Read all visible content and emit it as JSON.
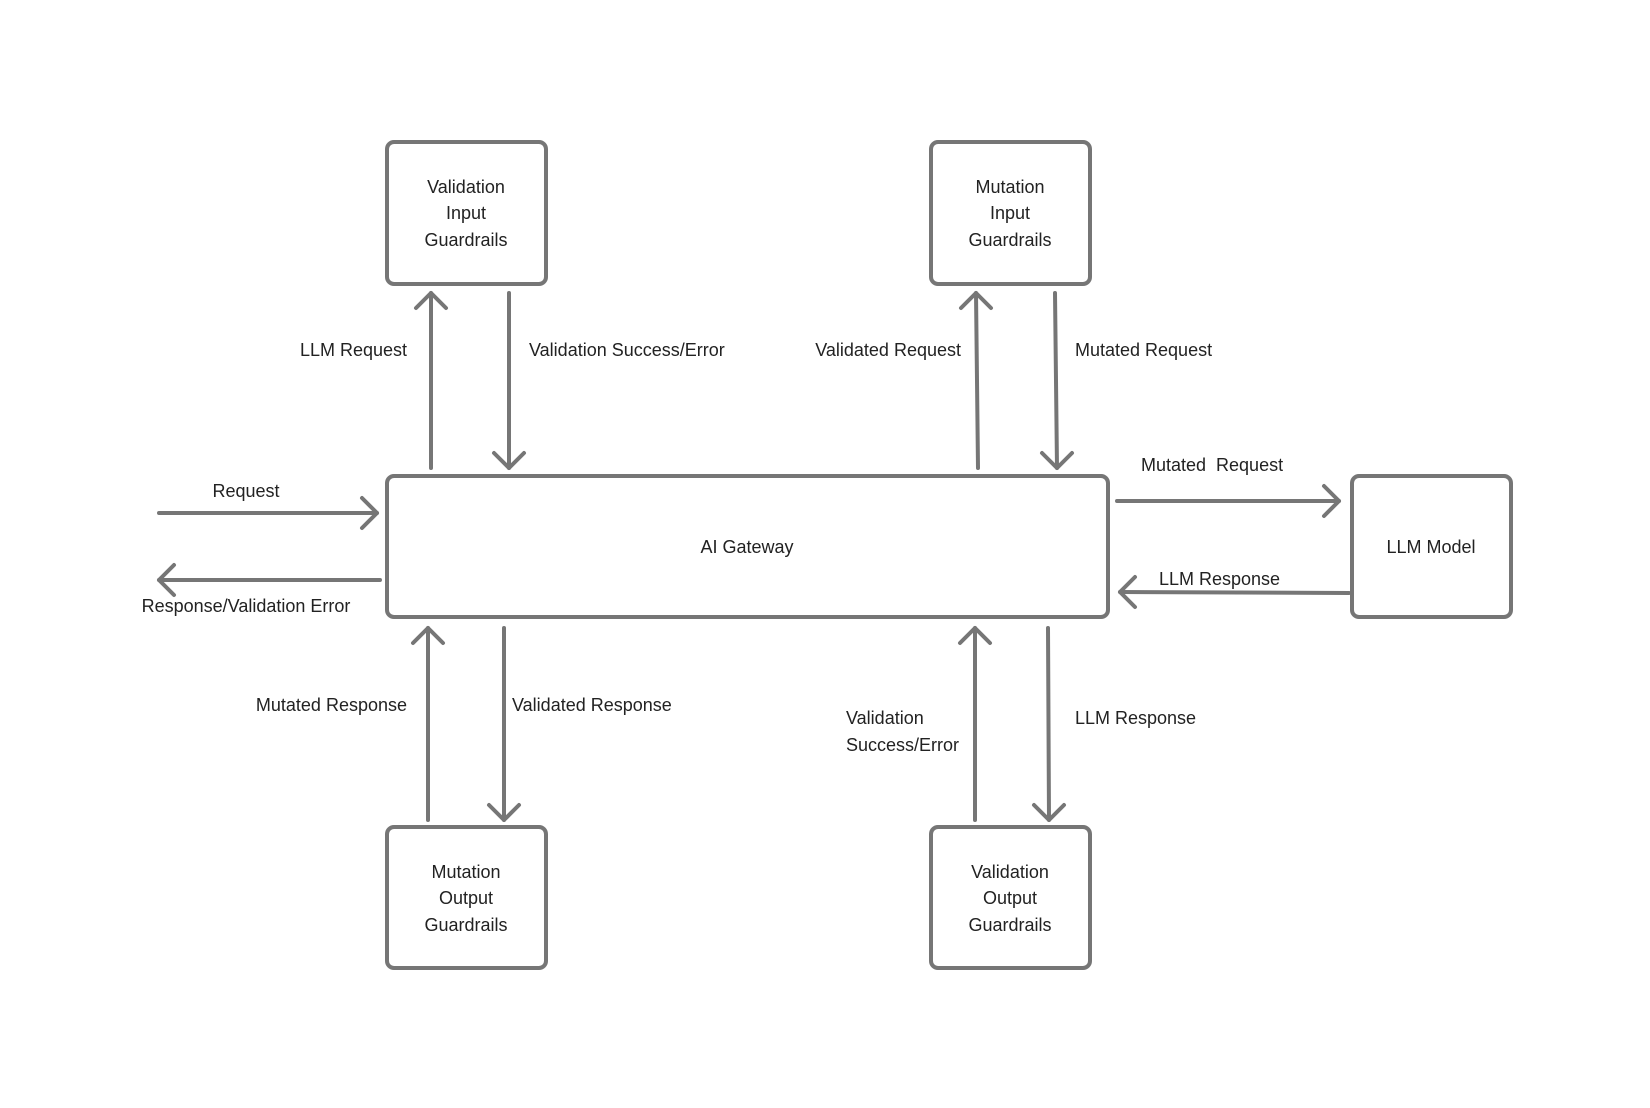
{
  "nodes": {
    "validation_input": [
      "Validation",
      "Input",
      "Guardrails"
    ],
    "mutation_input": [
      "Mutation",
      "Input",
      "Guardrails"
    ],
    "gateway": "AI Gateway",
    "llm_model": "LLM Model",
    "mutation_output": [
      "Mutation",
      "Output",
      "Guardrails"
    ],
    "validation_output": [
      "Validation",
      "Output",
      "Guardrails"
    ]
  },
  "edges": {
    "llm_request": "LLM Request",
    "validation_success_error_top": "Validation Success/Error",
    "validated_request": "Validated Request",
    "mutated_request_top": "Mutated Request",
    "mutated_request_right": "Mutated  Request",
    "request_in": "Request",
    "response_out": "Response/Validation Error",
    "llm_response_right": "LLM Response",
    "mutated_response": "Mutated Response",
    "validated_response": "Validated Response",
    "validation_success_error_bottom": [
      "Validation",
      "Success/Error"
    ],
    "llm_response_bottom": "LLM Response"
  },
  "colors": {
    "stroke": "#767676",
    "text": "#222222",
    "background": "#ffffff"
  }
}
